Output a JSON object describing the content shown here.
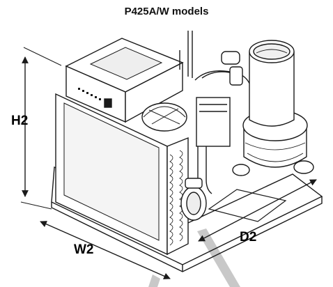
{
  "title": "P425A/W models",
  "dimensions": {
    "height_label": "H2",
    "width_label": "W2",
    "depth_label": "D2"
  },
  "colors": {
    "line": "#1a1a1a",
    "leader": "#c8c8c8",
    "background": "#ffffff"
  }
}
